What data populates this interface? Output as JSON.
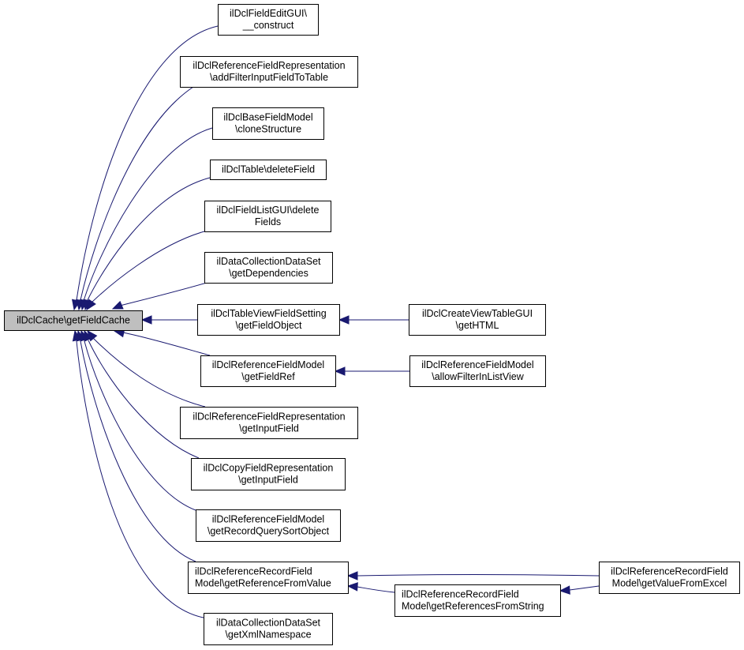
{
  "diagram": {
    "type": "caller-graph",
    "focus_node": "n0",
    "colors": {
      "edge": "#191970",
      "node_border": "#000000",
      "focus_fill": "#bfbfbf",
      "node_fill": "#ffffff"
    },
    "nodes": [
      {
        "id": "n0",
        "lines": [
          "ilDclCache\\getFieldCache"
        ],
        "focus": true
      },
      {
        "id": "n1",
        "lines": [
          "ilDclFieldEditGUI\\",
          "__construct"
        ]
      },
      {
        "id": "n2",
        "lines": [
          "ilDclReferenceFieldRepresentation",
          "\\addFilterInputFieldToTable"
        ]
      },
      {
        "id": "n3",
        "lines": [
          "ilDclBaseFieldModel",
          "\\cloneStructure"
        ]
      },
      {
        "id": "n4",
        "lines": [
          "ilDclTable\\deleteField"
        ]
      },
      {
        "id": "n5",
        "lines": [
          "ilDclFieldListGUI\\delete",
          "Fields"
        ]
      },
      {
        "id": "n6",
        "lines": [
          "ilDataCollectionDataSet",
          "\\getDependencies"
        ]
      },
      {
        "id": "n7",
        "lines": [
          "ilDclTableViewFieldSetting",
          "\\getFieldObject"
        ]
      },
      {
        "id": "n8",
        "lines": [
          "ilDclReferenceFieldModel",
          "\\getFieldRef"
        ]
      },
      {
        "id": "n9",
        "lines": [
          "ilDclReferenceFieldRepresentation",
          "\\getInputField"
        ]
      },
      {
        "id": "n10",
        "lines": [
          "ilDclCopyFieldRepresentation",
          "\\getInputField"
        ]
      },
      {
        "id": "n11",
        "lines": [
          "ilDclReferenceFieldModel",
          "\\getRecordQuerySortObject"
        ]
      },
      {
        "id": "n12",
        "lines": [
          "ilDclReferenceRecordField",
          "Model\\getReferenceFromValue"
        ],
        "align": "left"
      },
      {
        "id": "n13",
        "lines": [
          "ilDataCollectionDataSet",
          "\\getXmlNamespace"
        ]
      },
      {
        "id": "n14",
        "lines": [
          "ilDclCreateViewTableGUI",
          "\\getHTML"
        ]
      },
      {
        "id": "n15",
        "lines": [
          "ilDclReferenceFieldModel",
          "\\allowFilterInListView"
        ]
      },
      {
        "id": "n16",
        "lines": [
          "ilDclReferenceRecordField",
          "Model\\getReferencesFromString"
        ],
        "align": "left"
      },
      {
        "id": "n17",
        "lines": [
          "ilDclReferenceRecordField",
          "Model\\getValueFromExcel"
        ]
      }
    ],
    "edges": [
      {
        "from": "n1",
        "to": "n0"
      },
      {
        "from": "n2",
        "to": "n0"
      },
      {
        "from": "n3",
        "to": "n0"
      },
      {
        "from": "n4",
        "to": "n0"
      },
      {
        "from": "n5",
        "to": "n0"
      },
      {
        "from": "n6",
        "to": "n0"
      },
      {
        "from": "n7",
        "to": "n0"
      },
      {
        "from": "n8",
        "to": "n0"
      },
      {
        "from": "n9",
        "to": "n0"
      },
      {
        "from": "n10",
        "to": "n0"
      },
      {
        "from": "n11",
        "to": "n0"
      },
      {
        "from": "n12",
        "to": "n0"
      },
      {
        "from": "n13",
        "to": "n0"
      },
      {
        "from": "n14",
        "to": "n7"
      },
      {
        "from": "n15",
        "to": "n8"
      },
      {
        "from": "n17",
        "to": "n12"
      },
      {
        "from": "n16",
        "to": "n12"
      },
      {
        "from": "n17",
        "to": "n16"
      }
    ]
  }
}
